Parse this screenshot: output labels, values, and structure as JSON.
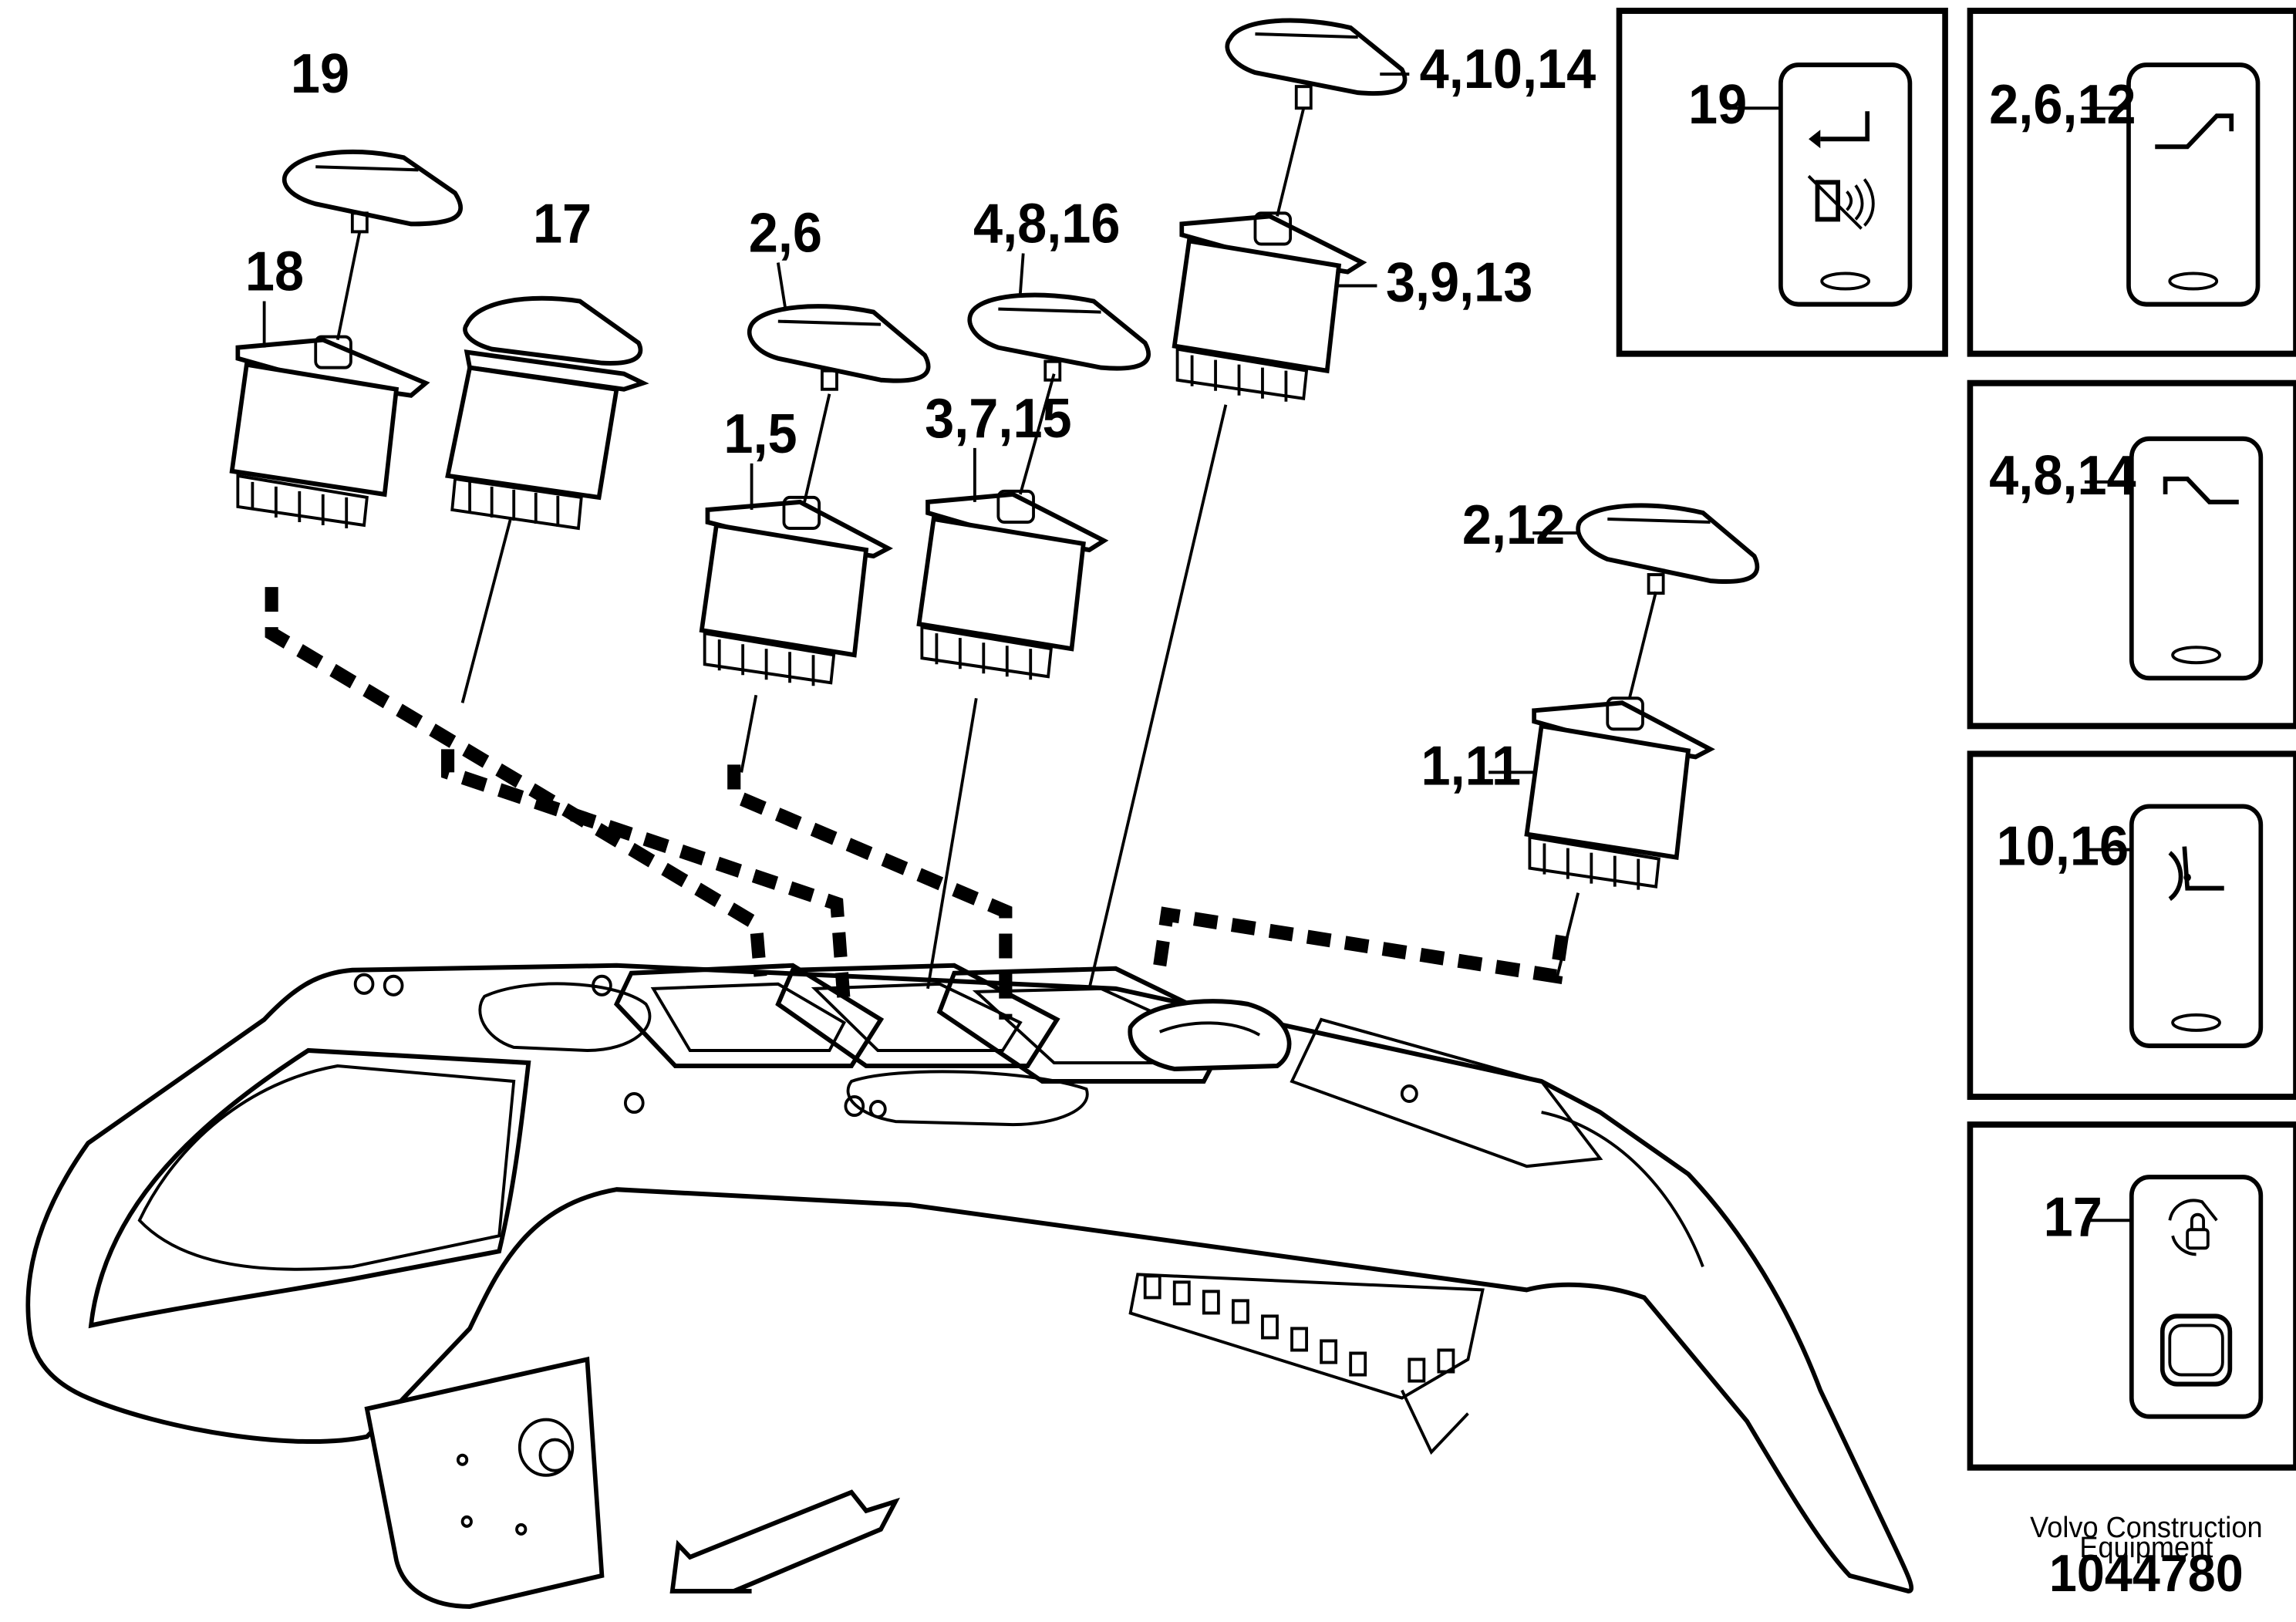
{
  "callouts": {
    "c19": "19",
    "c17": "17",
    "c18": "18",
    "c2_6": "2,6",
    "c4_8_16": "4,8,16",
    "c4_10_14": "4,10,14",
    "c3_9_13": "3,9,13",
    "c1_5": "1,5",
    "c3_7_15": "3,7,15",
    "c2_12": "2,12",
    "c1_11": "1,11"
  },
  "symbol_panels": [
    {
      "label": "19",
      "icon": "horn-mute-return-icon"
    },
    {
      "label": "2,6,12",
      "icon": "ramp-up-icon"
    },
    {
      "label": "4,8,14",
      "icon": "ramp-down-icon"
    },
    {
      "label": "10,16",
      "icon": "bucket-tilt-icon"
    },
    {
      "label": "17",
      "icon": "lock-control-icon"
    }
  ],
  "footer": {
    "company": "Volvo Construction\nEquipment",
    "company_line1": "Volvo Construction",
    "company_line2": "Equipment",
    "drawing_number": "1044780"
  }
}
